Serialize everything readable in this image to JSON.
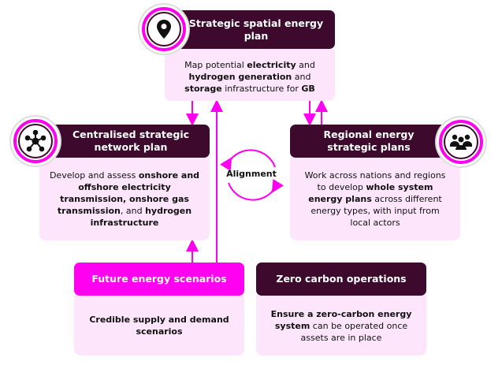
{
  "colors": {
    "dark": "#3d0a2e",
    "accent": "#ff00f0",
    "body": "#fde6fb"
  },
  "spatial": {
    "title": "Strategic spatial energy plan",
    "icon": "map-pin-icon",
    "desc": [
      {
        "t": "Map potential "
      },
      {
        "t": "electricity",
        "b": true
      },
      {
        "t": " and "
      },
      {
        "t": "hydrogen generation",
        "b": true
      },
      {
        "t": " and "
      },
      {
        "t": "storage",
        "b": true
      },
      {
        "t": " infrastructure for "
      },
      {
        "t": "GB",
        "b": true
      }
    ]
  },
  "network": {
    "title": "Centralised strategic network plan",
    "icon": "network-hub-icon",
    "desc": [
      {
        "t": "Develop and assess "
      },
      {
        "t": "onshore and offshore electricity transmission, onshore gas transmission",
        "b": true
      },
      {
        "t": ", and "
      },
      {
        "t": "hydrogen infrastructure",
        "b": true
      }
    ]
  },
  "regional": {
    "title": "Regional energy strategic plans",
    "icon": "people-group-icon",
    "desc": [
      {
        "t": "Work across nations and regions to develop "
      },
      {
        "t": "whole system energy plans",
        "b": true
      },
      {
        "t": " across different energy types, with input from local actors"
      }
    ]
  },
  "scenarios": {
    "title": "Future energy scenarios",
    "desc": [
      {
        "t": "Credible supply and demand scenarios",
        "b": true
      }
    ]
  },
  "zero": {
    "title": "Zero carbon operations",
    "desc": [
      {
        "t": "Ensure a zero-carbon energy system",
        "b": true
      },
      {
        "t": " can be operated once assets are in place"
      }
    ]
  },
  "alignment_label": "Alignment"
}
